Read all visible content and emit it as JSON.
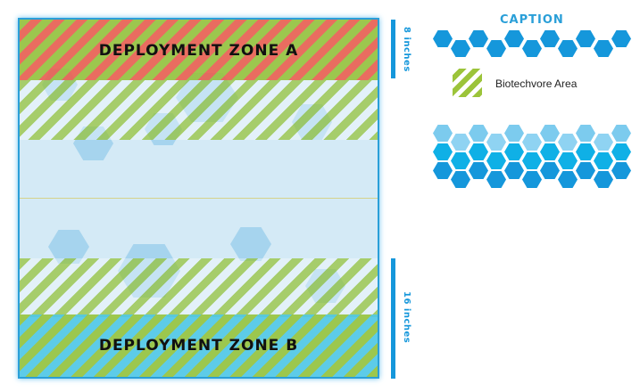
{
  "board": {
    "zone_a": "DEPLOYMENT ZONE A",
    "zone_b": "DEPLOYMENT ZONE B"
  },
  "measures": {
    "top": "8 inches",
    "bottom": "16 inches"
  },
  "legend": {
    "caption": "CAPTION",
    "biotechvore": "Biotechvore Area"
  },
  "colors": {
    "hex_dark": "#1597db",
    "hex_mid": "#0fb0e6",
    "hex_light": "#7ccbee",
    "green": "#9cc43a",
    "red": "#eb5f50"
  }
}
